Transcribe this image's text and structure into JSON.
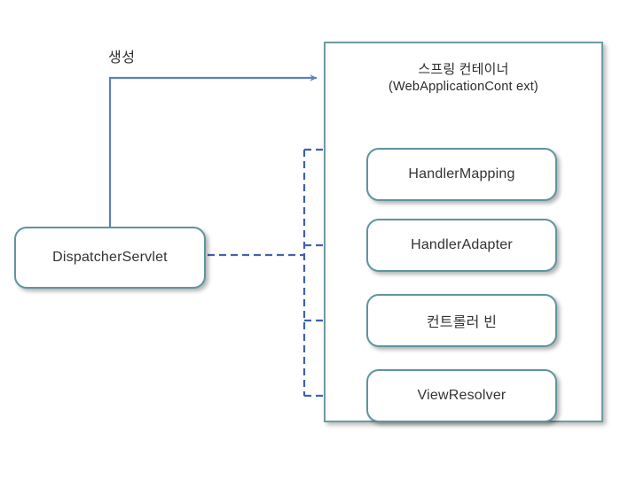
{
  "diagram": {
    "title_label": "생성",
    "container": {
      "title": "스프링 컨테이너",
      "subtitle": "(WebApplicationCont ext)"
    },
    "nodes": [
      {
        "id": "dispatcher-servlet",
        "label": "DispatcherServlet"
      },
      {
        "id": "handler-mapping",
        "label": "HandlerMapping"
      },
      {
        "id": "handler-adapter",
        "label": "HandlerAdapter"
      },
      {
        "id": "controller-bean",
        "label": "컨트롤러 빈"
      },
      {
        "id": "view-resolver",
        "label": "ViewResolver"
      }
    ],
    "edges": [
      {
        "id": "create-edge",
        "style": "solid",
        "label": "생성",
        "from": "DispatcherServlet",
        "to": "스프링 컨테이너"
      },
      {
        "id": "ref-handler-mapping-edge",
        "style": "dashed",
        "label": "",
        "from": "DispatcherServlet",
        "to": "HandlerMapping"
      },
      {
        "id": "ref-handler-adapter-edge",
        "style": "dashed",
        "label": "",
        "from": "DispatcherServlet",
        "to": "HandlerAdapter"
      },
      {
        "id": "ref-controller-bean-edge",
        "style": "dashed",
        "label": "",
        "from": "DispatcherServlet",
        "to": "컨트롤러 빈"
      },
      {
        "id": "ref-view-resolver-edge",
        "style": "dashed",
        "label": "",
        "from": "DispatcherServlet",
        "to": "ViewResolver"
      }
    ],
    "colors": {
      "box_border": "#5f94a0",
      "container_border": "#6f9aa3",
      "arrow_solid": "#5b82bd",
      "arrow_dashed": "#3f63ad",
      "background": "#ffffff",
      "text": "#333333"
    }
  }
}
